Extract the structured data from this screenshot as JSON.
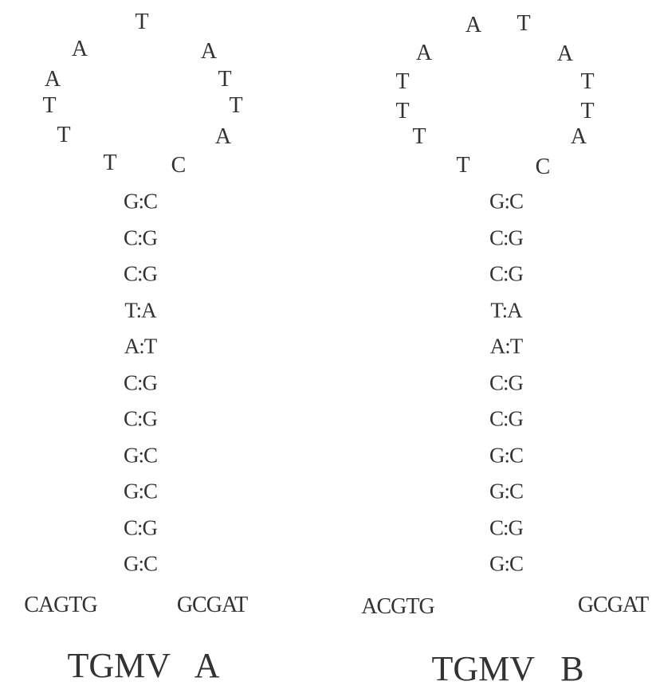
{
  "hairpins": [
    {
      "label": "TGMV   A",
      "loop": [
        "T",
        "T",
        "T",
        "A",
        "A",
        "T",
        "A",
        "T",
        "T",
        "A",
        "C"
      ],
      "stem": [
        "G:C",
        "C:G",
        "C:G",
        "T:A",
        "A:T",
        "C:G",
        "C:G",
        "G:C",
        "G:C",
        "C:G",
        "G:C"
      ],
      "flank_left": "CAGTG",
      "flank_right": "GCGAT"
    },
    {
      "label": "TGMV   B",
      "loop": [
        "T",
        "T",
        "T",
        "T",
        "A",
        "A",
        "T",
        "A",
        "T",
        "T",
        "A",
        "C"
      ],
      "stem": [
        "G:C",
        "C:G",
        "C:G",
        "T:A",
        "A:T",
        "C:G",
        "C:G",
        "G:C",
        "G:C",
        "C:G",
        "G:C"
      ],
      "flank_left": "ACGTG",
      "flank_right": "GCGAT"
    }
  ]
}
